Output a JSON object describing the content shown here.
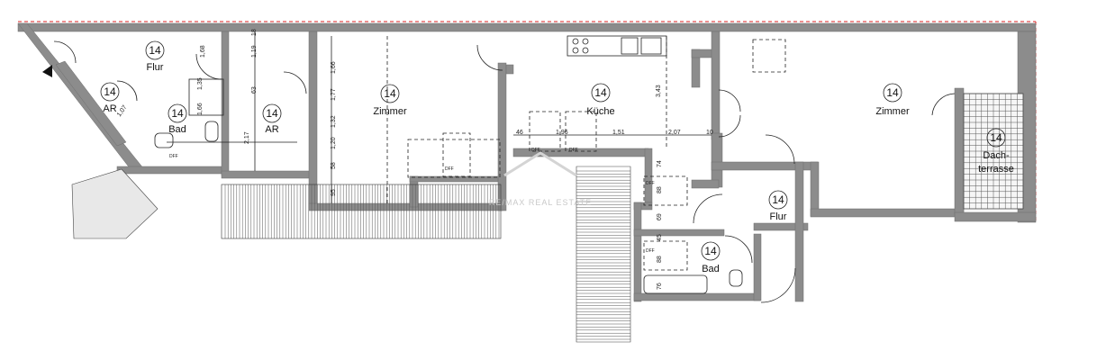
{
  "rooms": [
    {
      "num": "14",
      "label": "Flur"
    },
    {
      "num": "14",
      "label": "AR"
    },
    {
      "num": "14",
      "label": "Bad"
    },
    {
      "num": "14",
      "label": "AR"
    },
    {
      "num": "14",
      "label": "Zimmer"
    },
    {
      "num": "14",
      "label": "Küche"
    },
    {
      "num": "14",
      "label": "Zimmer"
    },
    {
      "num": "14",
      "label": "Dach-",
      "label2": "terrasse"
    },
    {
      "num": "14",
      "label": "Flur"
    },
    {
      "num": "14",
      "label": "Bad"
    }
  ],
  "dimensions": {
    "d1": "1,66",
    "d2": "1,19",
    "d3": "1,68",
    "d4": "63",
    "d5": "18",
    "d6": "2,17",
    "d7": "1,35",
    "d8": "1,66",
    "d9": "1,77",
    "d10": "1,32",
    "d11": "1,20",
    "d12": "58",
    "d13": "95",
    "d14": "3,43",
    "d15": "46",
    "d16": "1,96",
    "d17": "1,51",
    "d18": "2,07",
    "d19": "10",
    "d20": "74",
    "d21": "88",
    "d22": "69",
    "d23": "45",
    "d24": "88",
    "d25": "76",
    "d26": "1,07"
  },
  "labels": {
    "dff": "DFF"
  },
  "watermark": "RE/MAX REAL ESTATE"
}
